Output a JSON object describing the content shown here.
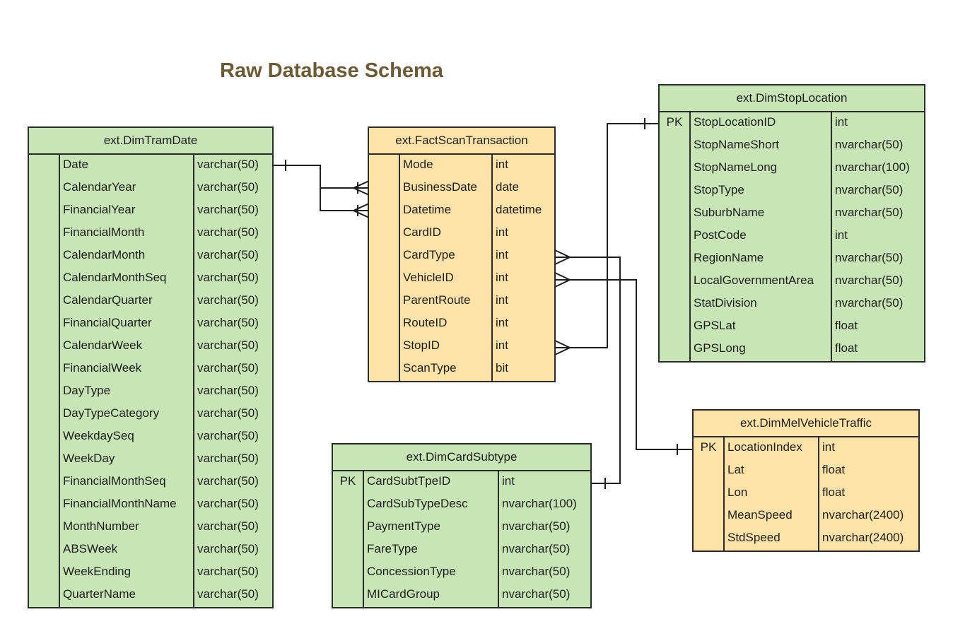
{
  "title": "Raw Database Schema",
  "colors": {
    "green": "#c7e5b5",
    "orange": "#fde3a8",
    "title": "#6b5a34",
    "border": "#2b2b2b"
  },
  "tables": [
    {
      "id": "dimtramdate",
      "name": "ext.DimTramDate",
      "color": "green",
      "rows": [
        {
          "key": "",
          "field": "Date",
          "type": "varchar(50)"
        },
        {
          "key": "",
          "field": "CalendarYear",
          "type": "varchar(50)"
        },
        {
          "key": "",
          "field": "FinancialYear",
          "type": "varchar(50)"
        },
        {
          "key": "",
          "field": "FinancialMonth",
          "type": "varchar(50)"
        },
        {
          "key": "",
          "field": "CalendarMonth",
          "type": "varchar(50)"
        },
        {
          "key": "",
          "field": "CalendarMonthSeq",
          "type": "varchar(50)"
        },
        {
          "key": "",
          "field": "CalendarQuarter",
          "type": "varchar(50)"
        },
        {
          "key": "",
          "field": "FinancialQuarter",
          "type": "varchar(50)"
        },
        {
          "key": "",
          "field": "CalendarWeek",
          "type": "varchar(50)"
        },
        {
          "key": "",
          "field": "FinancialWeek",
          "type": "varchar(50)"
        },
        {
          "key": "",
          "field": "DayType",
          "type": "varchar(50)"
        },
        {
          "key": "",
          "field": "DayTypeCategory",
          "type": "varchar(50)"
        },
        {
          "key": "",
          "field": "WeekdaySeq",
          "type": "varchar(50)"
        },
        {
          "key": "",
          "field": "WeekDay",
          "type": "varchar(50)"
        },
        {
          "key": "",
          "field": "FinancialMonthSeq",
          "type": "varchar(50)"
        },
        {
          "key": "",
          "field": "FinancialMonthName",
          "type": "varchar(50)"
        },
        {
          "key": "",
          "field": "MonthNumber",
          "type": "varchar(50)"
        },
        {
          "key": "",
          "field": "ABSWeek",
          "type": "varchar(50)"
        },
        {
          "key": "",
          "field": "WeekEnding",
          "type": "varchar(50)"
        },
        {
          "key": "",
          "field": "QuarterName",
          "type": "varchar(50)"
        }
      ]
    },
    {
      "id": "factscantransaction",
      "name": "ext.FactScanTransaction",
      "color": "orange",
      "rows": [
        {
          "key": "",
          "field": "Mode",
          "type": "int"
        },
        {
          "key": "",
          "field": "BusinessDate",
          "type": "date"
        },
        {
          "key": "",
          "field": "Datetime",
          "type": "datetime"
        },
        {
          "key": "",
          "field": "CardID",
          "type": "int"
        },
        {
          "key": "",
          "field": "CardType",
          "type": "int"
        },
        {
          "key": "",
          "field": "VehicleID",
          "type": "int"
        },
        {
          "key": "",
          "field": "ParentRoute",
          "type": "int"
        },
        {
          "key": "",
          "field": "RouteID",
          "type": "int"
        },
        {
          "key": "",
          "field": "StopID",
          "type": "int"
        },
        {
          "key": "",
          "field": "ScanType",
          "type": "bit"
        }
      ]
    },
    {
      "id": "dimstoplocation",
      "name": "ext.DimStopLocation",
      "color": "green",
      "rows": [
        {
          "key": "PK",
          "field": "StopLocationID",
          "type": "int"
        },
        {
          "key": "",
          "field": "StopNameShort",
          "type": "nvarchar(50)"
        },
        {
          "key": "",
          "field": "StopNameLong",
          "type": "nvarchar(100)"
        },
        {
          "key": "",
          "field": "StopType",
          "type": "nvarchar(50)"
        },
        {
          "key": "",
          "field": "SuburbName",
          "type": "nvarchar(50)"
        },
        {
          "key": "",
          "field": "PostCode",
          "type": "int"
        },
        {
          "key": "",
          "field": "RegionName",
          "type": "nvarchar(50)"
        },
        {
          "key": "",
          "field": "LocalGovernmentArea",
          "type": "nvarchar(50)"
        },
        {
          "key": "",
          "field": "StatDivision",
          "type": "nvarchar(50)"
        },
        {
          "key": "",
          "field": "GPSLat",
          "type": "float"
        },
        {
          "key": "",
          "field": "GPSLong",
          "type": "float"
        }
      ]
    },
    {
      "id": "dimcardsubtype",
      "name": "ext.DimCardSubtype",
      "color": "green",
      "rows": [
        {
          "key": "PK",
          "field": "CardSubtTpeID",
          "type": "int"
        },
        {
          "key": "",
          "field": "CardSubTypeDesc",
          "type": "nvarchar(100)"
        },
        {
          "key": "",
          "field": "PaymentType",
          "type": "nvarchar(50)"
        },
        {
          "key": "",
          "field": "FareType",
          "type": "nvarchar(50)"
        },
        {
          "key": "",
          "field": "ConcessionType",
          "type": "nvarchar(50)"
        },
        {
          "key": "",
          "field": "MICardGroup",
          "type": "nvarchar(50)"
        }
      ]
    },
    {
      "id": "dimmelvehicletraffic",
      "name": "ext.DimMelVehicleTraffic",
      "color": "orange",
      "rows": [
        {
          "key": "PK",
          "field": "LocationIndex",
          "type": "int"
        },
        {
          "key": "",
          "field": "Lat",
          "type": "float"
        },
        {
          "key": "",
          "field": "Lon",
          "type": "float"
        },
        {
          "key": "",
          "field": "MeanSpeed",
          "type": "nvarchar(2400)"
        },
        {
          "key": "",
          "field": "StdSpeed",
          "type": "nvarchar(2400)"
        }
      ]
    }
  ],
  "relationships": [
    {
      "from": "ext.DimTramDate.Date",
      "to": "ext.FactScanTransaction.BusinessDate",
      "cardinality": "one-to-many"
    },
    {
      "from": "ext.DimTramDate.Date",
      "to": "ext.FactScanTransaction.Datetime",
      "cardinality": "one-to-many"
    },
    {
      "from": "ext.DimStopLocation.StopLocationID",
      "to": "ext.FactScanTransaction.StopID",
      "cardinality": "one-to-many"
    },
    {
      "from": "ext.DimCardSubtype.CardSubtTpeID",
      "to": "ext.FactScanTransaction.CardType",
      "cardinality": "one-to-many"
    },
    {
      "from": "ext.DimMelVehicleTraffic.LocationIndex",
      "to": "ext.FactScanTransaction.VehicleID",
      "cardinality": "one-to-many"
    }
  ]
}
